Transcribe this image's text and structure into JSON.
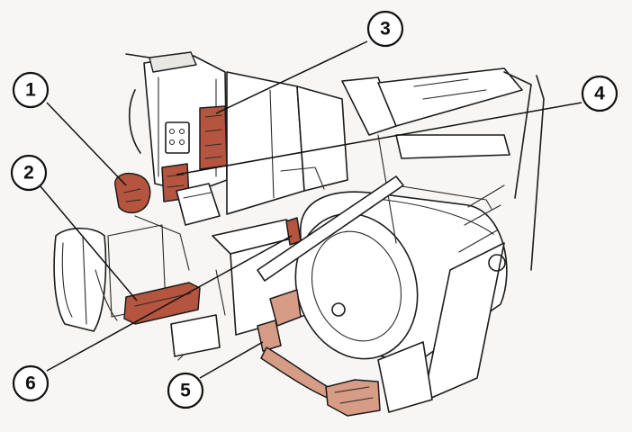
{
  "colors": {
    "highlight": "#b5553f",
    "highlight_light": "#d79c85",
    "line": "#1c1c1c",
    "paper": "#f7f6f4"
  },
  "callouts": [
    {
      "id": "1",
      "label": "1"
    },
    {
      "id": "2",
      "label": "2"
    },
    {
      "id": "3",
      "label": "3"
    },
    {
      "id": "4",
      "label": "4"
    },
    {
      "id": "5",
      "label": "5"
    },
    {
      "id": "6",
      "label": "6"
    }
  ]
}
